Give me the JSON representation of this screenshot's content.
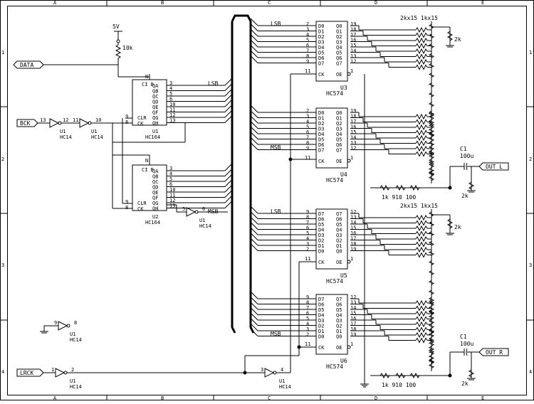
{
  "frame": {
    "columns": [
      "A",
      "B",
      "C",
      "D",
      "E"
    ],
    "rows": [
      "1",
      "2",
      "3",
      "4"
    ]
  },
  "ports": {
    "data": "DATA",
    "bck": "BCK",
    "lrck": "LRCK",
    "out_l": "OUT_L",
    "out_r": "OUT_R"
  },
  "power": {
    "vcc": "5V",
    "pullup": "10k"
  },
  "bus": {
    "lsb": "LSB",
    "msb": "MSB"
  },
  "inverters": [
    {
      "ref": "U1",
      "type": "HC14",
      "in": "13",
      "out": "12"
    },
    {
      "ref": "U1",
      "type": "HC14",
      "in": "11",
      "out": "10"
    },
    {
      "ref": "U1",
      "type": "HC14",
      "in": "5",
      "out": "6"
    },
    {
      "ref": "U1",
      "type": "HC14",
      "in": "9",
      "out": "8"
    },
    {
      "ref": "U1",
      "type": "HC14",
      "in": "1",
      "out": "2"
    },
    {
      "ref": "U1",
      "type": "HC14",
      "in": "3",
      "out": "4"
    }
  ],
  "shift_registers": [
    {
      "ref": "U1",
      "type": "HC164",
      "ser": "N",
      "clr_pin": "9",
      "ck_pin": "8",
      "outputs": [
        "QA",
        "QB",
        "QC",
        "QD",
        "QE",
        "QF",
        "QG",
        "QH"
      ],
      "pins": [
        "3",
        "4",
        "5",
        "6",
        "10",
        "11",
        "12",
        "13"
      ],
      "clr": "CLR",
      "ck": "CK",
      "top": "CI B"
    },
    {
      "ref": "U2",
      "type": "HC164",
      "ser": "N",
      "clr_pin": "9",
      "ck_pin": "8",
      "outputs": [
        "QA",
        "QB",
        "QC",
        "QD",
        "QE",
        "QF",
        "QG",
        "QH"
      ],
      "pins": [
        "3",
        "4",
        "5",
        "6",
        "10",
        "11",
        "12",
        "13"
      ],
      "clr": "CLR",
      "ck": "CK",
      "top": "CI B"
    }
  ],
  "latches": [
    {
      "ref": "U3",
      "type": "HC574",
      "in": [
        "D0",
        "D1",
        "D2",
        "D3",
        "D4",
        "D5",
        "D6",
        "D7"
      ],
      "out": [
        "Q0",
        "Q1",
        "Q2",
        "Q3",
        "Q4",
        "Q5",
        "Q6",
        "Q7"
      ],
      "inpins": [
        "2",
        "3",
        "4",
        "5",
        "6",
        "7",
        "8",
        "9"
      ],
      "outpins": [
        "19",
        "18",
        "17",
        "16",
        "15",
        "14",
        "13",
        "12"
      ],
      "ck": "CK",
      "oe": "OE",
      "ckpin": "11",
      "oepin": "1"
    },
    {
      "ref": "U4",
      "type": "HC574",
      "in": [
        "D0",
        "D1",
        "D2",
        "D3",
        "D4",
        "D5",
        "D6",
        "D7"
      ],
      "out": [
        "Q0",
        "Q1",
        "Q2",
        "Q3",
        "Q4",
        "Q5",
        "Q6",
        "Q7"
      ],
      "inpins": [
        "2",
        "3",
        "4",
        "5",
        "6",
        "7",
        "8",
        "9"
      ],
      "outpins": [
        "19",
        "18",
        "17",
        "16",
        "15",
        "14",
        "13",
        "12"
      ],
      "ck": "CK",
      "oe": "OE",
      "ckpin": "11",
      "oepin": "1"
    },
    {
      "ref": "U5",
      "type": "HC574",
      "in": [
        "D7",
        "D6",
        "D5",
        "D4",
        "D3",
        "D2",
        "D1",
        "D0"
      ],
      "out": [
        "Q7",
        "Q6",
        "Q5",
        "Q4",
        "Q3",
        "Q2",
        "Q1",
        "Q0"
      ],
      "inpins": [
        "9",
        "8",
        "7",
        "6",
        "5",
        "4",
        "3",
        "2"
      ],
      "outpins": [
        "12",
        "13",
        "14",
        "15",
        "16",
        "17",
        "18",
        "19"
      ],
      "ck": "CK",
      "oe": "OE",
      "ckpin": "11",
      "oepin": "1"
    },
    {
      "ref": "U6",
      "type": "HC574",
      "in": [
        "D7",
        "D6",
        "D5",
        "D4",
        "D3",
        "D2",
        "D1",
        "D0"
      ],
      "out": [
        "Q7",
        "Q6",
        "Q5",
        "Q4",
        "Q3",
        "Q2",
        "Q1",
        "Q0"
      ],
      "inpins": [
        "9",
        "8",
        "7",
        "6",
        "5",
        "4",
        "3",
        "2"
      ],
      "outpins": [
        "12",
        "13",
        "14",
        "15",
        "16",
        "17",
        "18",
        "19"
      ],
      "ck": "CK",
      "oe": "OE",
      "ckpin": "11",
      "oepin": "1"
    }
  ],
  "ladder": {
    "res_label": "2kx15  1kx15",
    "res_2k": "2k",
    "tail": "1k  910  100",
    "cap_ref": "C1",
    "cap_val": "100u"
  }
}
